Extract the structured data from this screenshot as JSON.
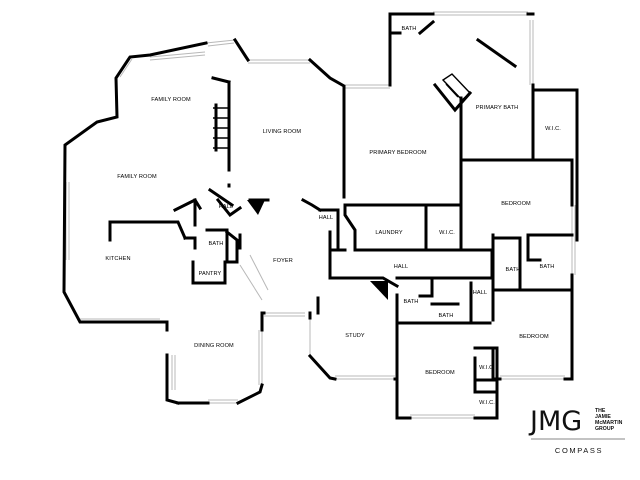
{
  "rooms": {
    "family_room_upper": "FAMILY ROOM",
    "family_room_lower": "FAMILY ROOM",
    "living_room": "LIVING ROOM",
    "primary_bedroom": "PRIMARY BEDROOM",
    "primary_bath": "PRIMARY BATH",
    "primary_bath_small": "BATH",
    "primary_wic": "W.I.C.",
    "bedroom_east": "BEDROOM",
    "kitchen": "KITCHEN",
    "hall_west": "HALL",
    "hall_center": "HALL",
    "hall_main": "HALL",
    "hall_east": "HALL",
    "bath_west": "BATH",
    "pantry": "PANTRY",
    "foyer": "FOYER",
    "laundry": "LAUNDRY",
    "wic_laundry": "W.I.C.",
    "bath_east_a": "BATH",
    "bath_east_b": "BATH",
    "bath_south_a": "BATH",
    "bath_south_b": "BATH",
    "bedroom_southeast": "BEDROOM",
    "study": "STUDY",
    "dining_room": "DINING ROOM",
    "bedroom_south": "BEDROOM",
    "wic_south_a": "W.I.C.",
    "wic_south_b": "W.I.C."
  },
  "branding": {
    "logo_letters": "JMG",
    "logo_line1": "THE",
    "logo_line2": "JAMIE",
    "logo_line3": "McMARTIN",
    "logo_line4": "GROUP",
    "compass": "COMPASS"
  }
}
